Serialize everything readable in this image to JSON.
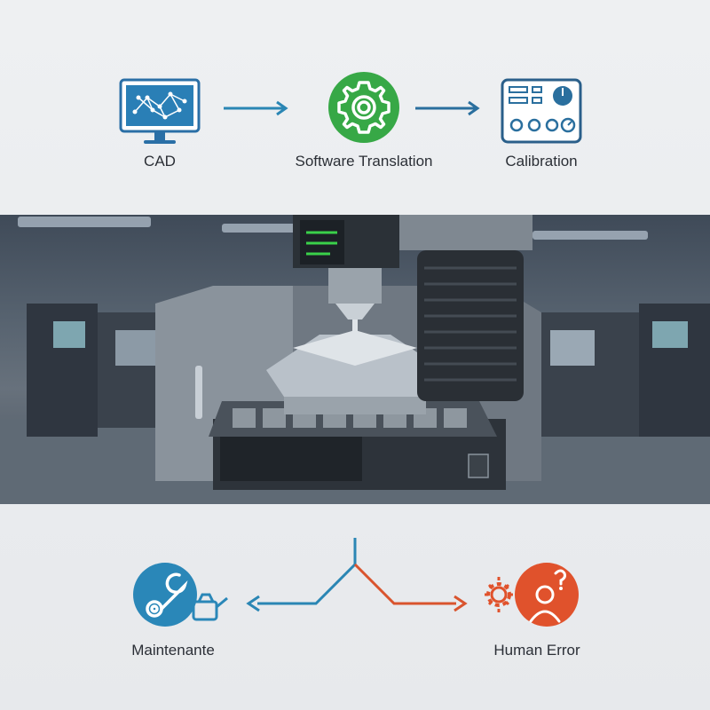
{
  "flow": {
    "steps": [
      {
        "label": "CAD",
        "icon": "monitor-network-icon",
        "color": "#2a7fb6"
      },
      {
        "label": "Software Translation",
        "icon": "gear-icon",
        "color": "#3aaa4a"
      },
      {
        "label": "Calibration",
        "icon": "control-panel-icon",
        "color": "#2a6f9e"
      }
    ],
    "arrow_color": "#2a86b4"
  },
  "photo": {
    "subject": "cnc-milling-machine"
  },
  "branch": {
    "left": {
      "label": "Maintenante",
      "icon": "wrench-gear-oilcan-icon",
      "color": "#2a87b8"
    },
    "right": {
      "label": "Human Error",
      "icon": "gear-person-question-icon",
      "color": "#e0522c"
    },
    "left_line_color": "#2a86b4",
    "right_line_color": "#d9542e"
  }
}
